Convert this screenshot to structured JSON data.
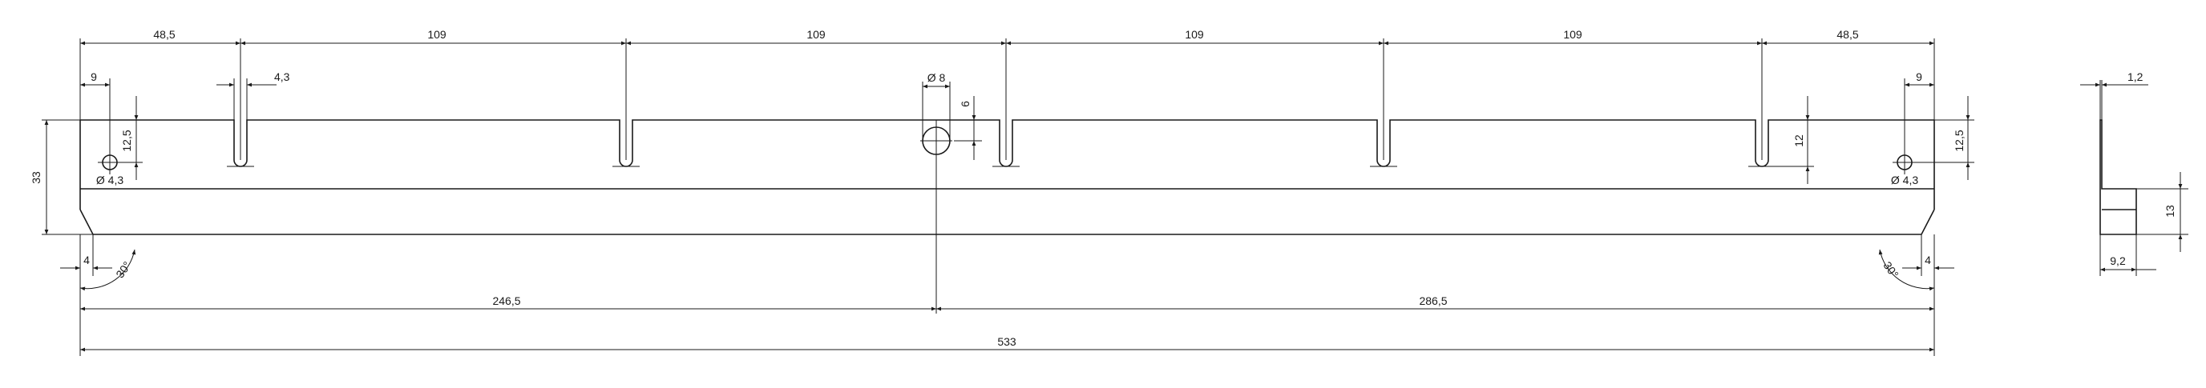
{
  "drawing": {
    "dimensions": {
      "top_spacing_left": "48,5",
      "top_spacing_1": "109",
      "top_spacing_2": "109",
      "top_spacing_3": "109",
      "top_spacing_4": "109",
      "top_spacing_right": "48,5",
      "left_hole_offset": "9",
      "right_hole_offset": "9",
      "slot_width": "4,3",
      "center_hole_diameter": "Ø 8",
      "center_hole_depth": "6",
      "left_hole_height": "12,5",
      "right_hole_height": "12,5",
      "slot_depth": "12",
      "left_hole_diameter": "Ø 4,3",
      "right_hole_diameter": "Ø 4,3",
      "total_height": "33",
      "left_chamfer": "4",
      "right_chamfer": "4",
      "left_angle": "30°",
      "right_angle": "30°",
      "left_to_center": "246,5",
      "center_to_right": "286,5",
      "overall_length": "533",
      "side_thickness": "1,2",
      "side_height": "13",
      "side_width": "9,2"
    }
  }
}
